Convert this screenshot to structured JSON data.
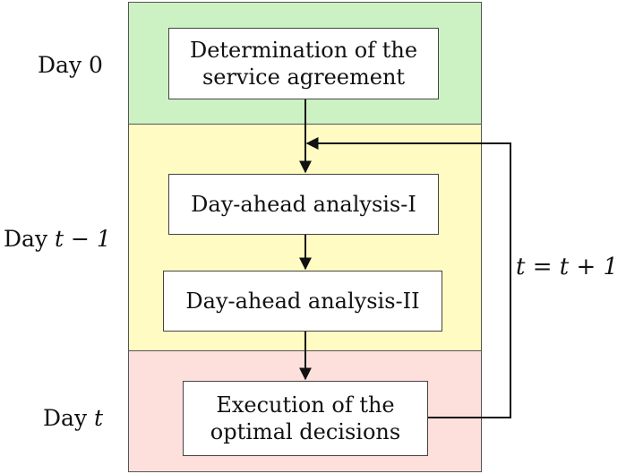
{
  "days": {
    "day0": {
      "prefix": "Day",
      "var": "0"
    },
    "day_t_minus_1": {
      "prefix": "Day",
      "var": "t − 1"
    },
    "day_t": {
      "prefix": "Day",
      "var": "t"
    }
  },
  "boxes": {
    "service_agreement": "Determination of the\nservice agreement",
    "analysis_1": "Day-ahead analysis-I",
    "analysis_2": "Day-ahead analysis-II",
    "execution": "Execution of the\noptimal decisions"
  },
  "loop_label": "t = t + 1",
  "colors": {
    "day0_band": "#ccf2c3",
    "day_t_minus_1_band": "#fffbc2",
    "day_t_band": "#fde0dc"
  }
}
